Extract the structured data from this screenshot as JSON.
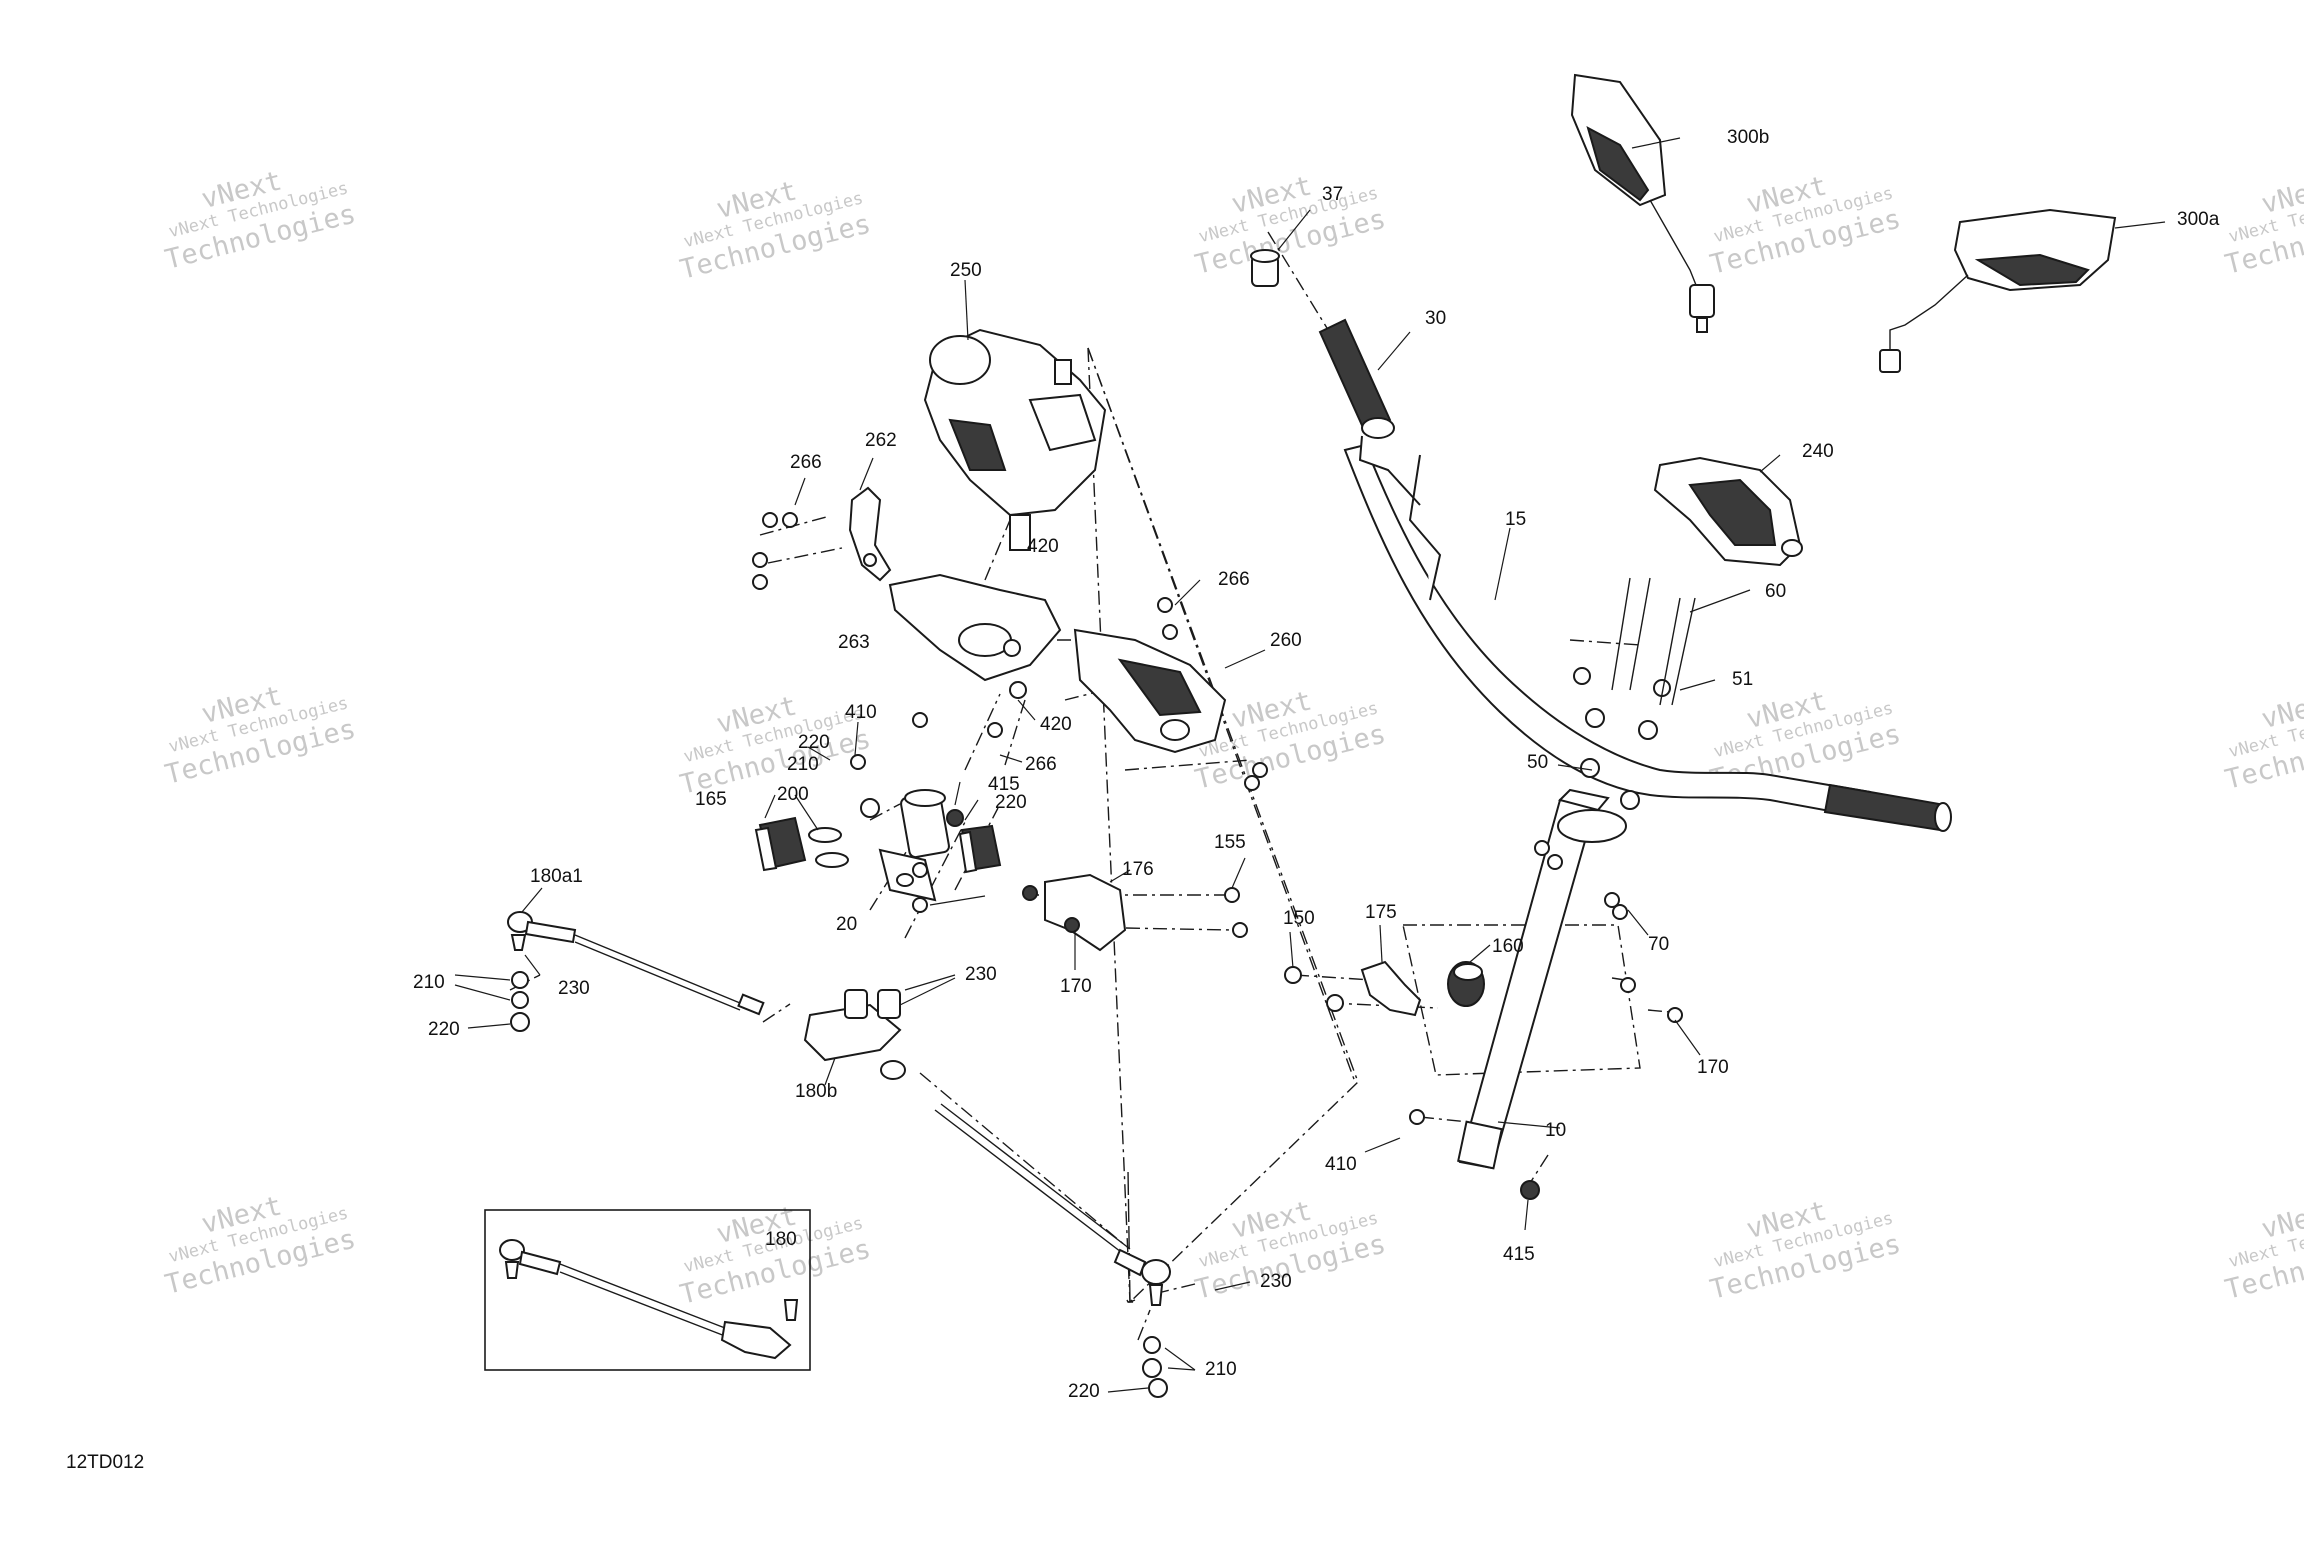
{
  "diagram": {
    "drawing_code": "12TD012",
    "watermark": {
      "line1": "vNext Technologies",
      "line2": "Technologies",
      "overlay": "vNext"
    },
    "callouts": [
      "37",
      "30",
      "300b",
      "300a",
      "250",
      "262",
      "266",
      "420",
      "266",
      "263",
      "260",
      "240",
      "15",
      "60",
      "51",
      "410",
      "220",
      "210",
      "200",
      "165",
      "415",
      "220",
      "266",
      "420",
      "50",
      "180a1",
      "176",
      "155",
      "150",
      "175",
      "160",
      "70",
      "170",
      "170",
      "210",
      "230",
      "220",
      "20",
      "230",
      "180b",
      "410",
      "10",
      "415",
      "180",
      "230",
      "210",
      "220"
    ]
  }
}
